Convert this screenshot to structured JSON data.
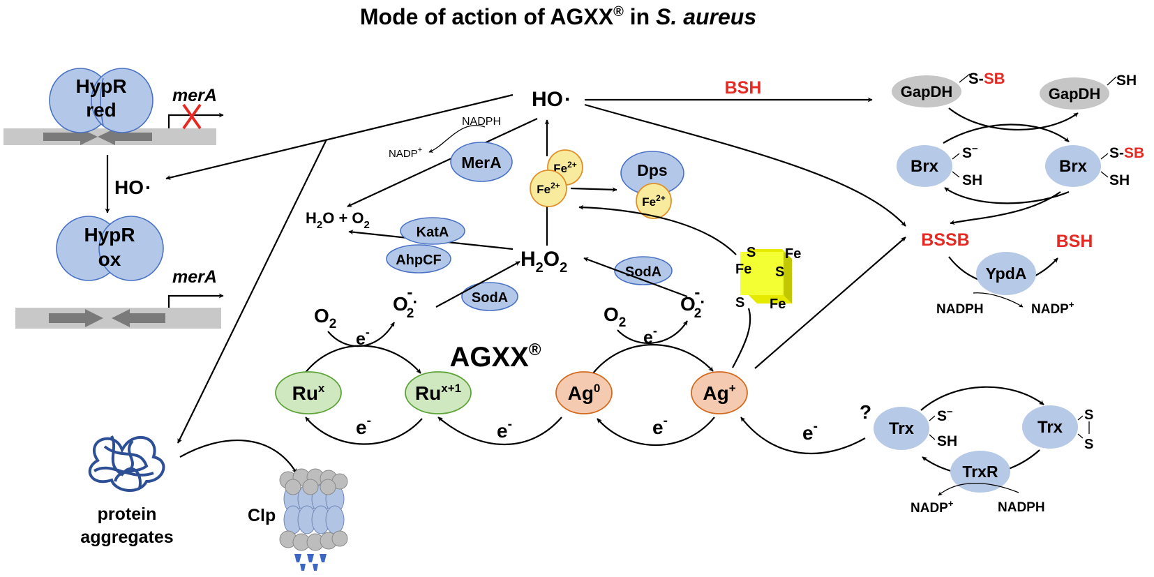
{
  "title": {
    "main": "Mode of action of AGXX",
    "reg": "®",
    "in": " in ",
    "species": "S. aureus"
  },
  "hypr": {
    "red_line1": "HypR",
    "red_line2": "red",
    "ox_line1": "HypR",
    "ox_line2": "ox",
    "gene": "merA",
    "hydroxyl": "HO",
    "dot": "·"
  },
  "top": {
    "hydroxyl": "HO",
    "dot": "·",
    "bsh": "BSH",
    "nadph": "NADPH",
    "nadp": "NADP",
    "nadp_sup": "+",
    "mera": "MerA",
    "h2o_o2": {
      "h": "H",
      "sub2": "2",
      "o": "O + O",
      "sub2b": "2"
    },
    "kata": "KatA",
    "ahpcf": "AhpCF",
    "h2o2": {
      "h": "H",
      "sub": "2",
      "o": "O",
      "sub2": "2"
    },
    "fe2_a": {
      "fe": "Fe",
      "sup": "2+"
    },
    "fe2_b": {
      "fe": "Fe",
      "sup": "2+"
    },
    "fe2_c": {
      "fe": "Fe",
      "sup": "2+"
    },
    "dps": "Dps",
    "soda_left": "SodA",
    "soda_right": "SodA"
  },
  "cluster": {
    "s1": "S",
    "fe1": "Fe",
    "fe2": "Fe",
    "s2": "S",
    "s3": "S",
    "fe3": "Fe"
  },
  "cycle": {
    "agxx": "AGXX",
    "reg": "®",
    "o2_left": {
      "o": "O",
      "sub": "2"
    },
    "o2_right": {
      "o": "O",
      "sub": "2"
    },
    "superoxide_left": {
      "o": "O",
      "sub": "2",
      "sup": "-",
      "dot": "·"
    },
    "superoxide_right": {
      "o": "O",
      "sub": "2",
      "sup": "-",
      "dot": "·"
    },
    "e_top_left": {
      "e": "e",
      "sup": "-"
    },
    "e_top_right": {
      "e": "e",
      "sup": "-"
    },
    "rux": {
      "base": "Ru",
      "sup": "x"
    },
    "rux1": {
      "base": "Ru",
      "sup": "x+1"
    },
    "ag0": {
      "base": "Ag",
      "sup": "0"
    },
    "agp": {
      "base": "Ag",
      "sup": "+"
    },
    "e1": {
      "e": "e",
      "sup": "-"
    },
    "e2": {
      "e": "e",
      "sup": "-"
    },
    "e3": {
      "e": "e",
      "sup": "-"
    },
    "e4": {
      "e": "e",
      "sup": "-"
    },
    "question": "?"
  },
  "right": {
    "gapdh_1": "GapDH",
    "gapdh_2": "GapDH",
    "s_sb": {
      "s": "S-",
      "sb": "SB"
    },
    "sh_gap": "SH",
    "brx_1": "Brx",
    "brx_2": "Brx",
    "brx1_s": {
      "s": "S",
      "sup": "−"
    },
    "brx1_sh": "SH",
    "brx2_s_sb": {
      "s": "S-",
      "sb": "SB"
    },
    "brx2_sh": "SH",
    "bssb": "BSSB",
    "bsh": "BSH",
    "ypda": "YpdA",
    "nadph_y": "NADPH",
    "nadp_y": {
      "n": "NADP",
      "sup": "+"
    },
    "trx_1": "Trx",
    "trx_2": "Trx",
    "trx1_s": {
      "s": "S",
      "sup": "−"
    },
    "trx1_sh": "SH",
    "trx2_s1": "S",
    "trx2_s2": "S",
    "trxr": "TrxR",
    "nadp_t": {
      "n": "NADP",
      "sup": "+"
    },
    "nadph_t": "NADPH"
  },
  "bottom": {
    "aggr_1": "protein",
    "aggr_2": "aggregates",
    "clp": "Clp"
  }
}
